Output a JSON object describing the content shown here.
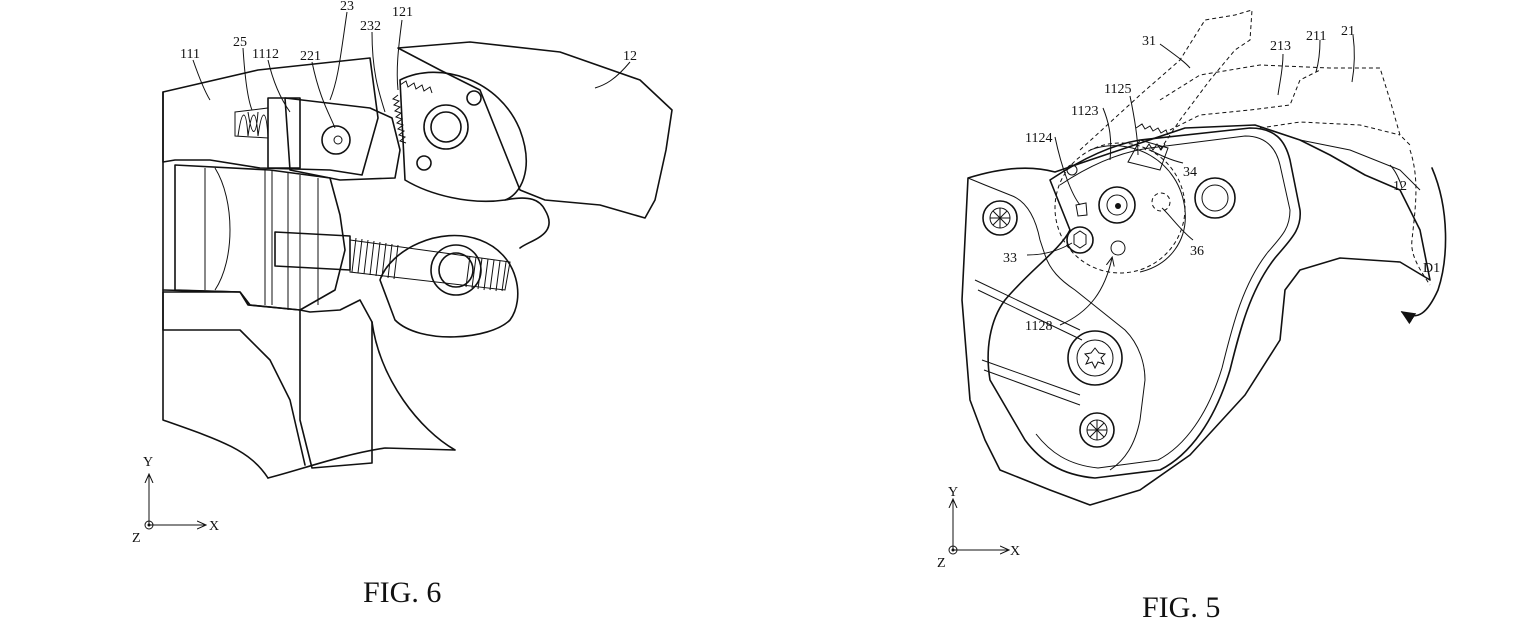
{
  "fig6": {
    "caption": "FIG. 6",
    "labels": {
      "l111": "111",
      "l25": "25",
      "l1112": "1112",
      "l221": "221",
      "l23": "23",
      "l232": "232",
      "l121": "121",
      "l12": "12"
    },
    "axes": {
      "y": "Y",
      "x": "X",
      "z": "Z"
    }
  },
  "fig5": {
    "caption": "FIG. 5",
    "labels": {
      "l31": "31",
      "l213": "213",
      "l211": "211",
      "l21": "21",
      "l1125": "1125",
      "l1123": "1123",
      "l1124": "1124",
      "l34": "34",
      "l12": "12",
      "l36": "36",
      "l33": "33",
      "l1128": "1128",
      "lD1": "D1"
    },
    "axes": {
      "y": "Y",
      "x": "X",
      "z": "Z"
    }
  }
}
